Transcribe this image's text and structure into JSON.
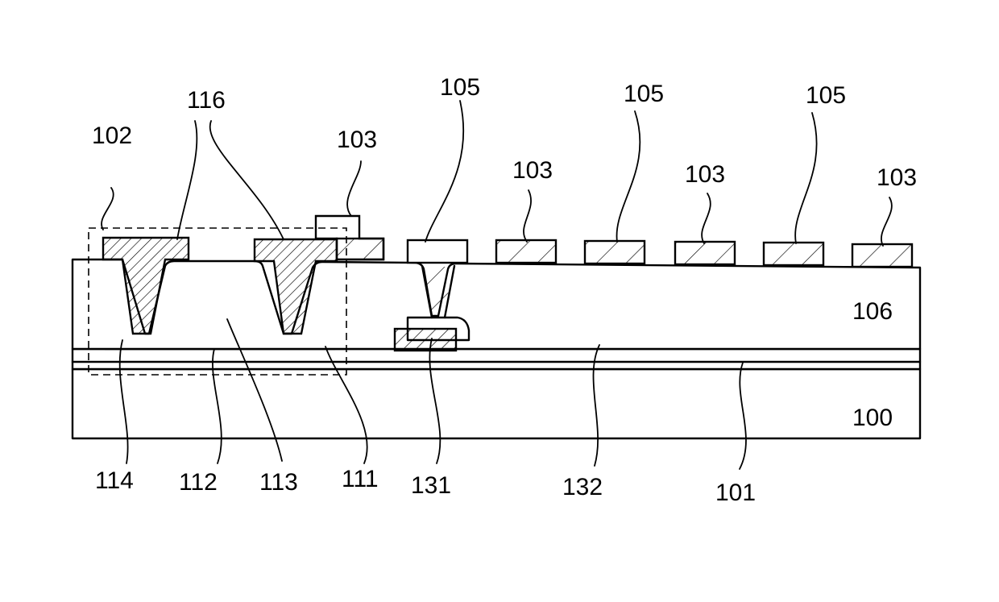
{
  "labels": {
    "l100": "100",
    "l101": "101",
    "l102": "102",
    "l103a": "103",
    "l103b": "103",
    "l103c": "103",
    "l103d": "103",
    "l105a": "105",
    "l105b": "105",
    "l105c": "105",
    "l106": "106",
    "l111": "111",
    "l112": "112",
    "l113": "113",
    "l114": "114",
    "l116": "116",
    "l131": "131",
    "l132": "132"
  }
}
